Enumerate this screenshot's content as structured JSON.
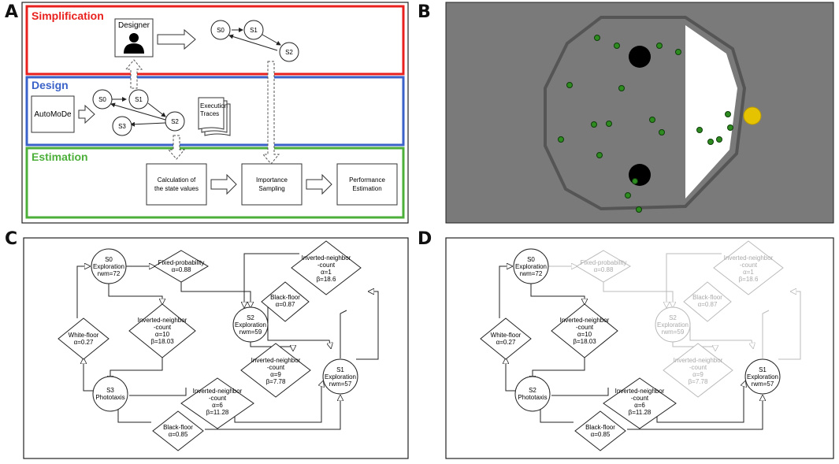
{
  "panels": {
    "a": "A",
    "b": "B",
    "c": "C",
    "d": "D"
  },
  "panel_a": {
    "simplification": "Simplification",
    "design": "Design",
    "estimation": "Estimation",
    "designer": "Designer",
    "automode": "AutoMoDe",
    "execution_traces_1": "Execution",
    "execution_traces_2": "Traces",
    "calc_1": "Calculation of",
    "calc_2": "the state values",
    "importance_1": "Importance",
    "importance_2": "Sampling",
    "performance_1": "Performance",
    "performance_2": "Estimation",
    "states": {
      "s0": "S0",
      "s1": "S1",
      "s2": "S2",
      "s3": "S3"
    }
  },
  "panel_c": {
    "s0": [
      "S0",
      "Exploration",
      "rwm=72"
    ],
    "s1": [
      "S1",
      "Exploration",
      "rwm=57"
    ],
    "s2": [
      "S2",
      "Exploration",
      "rwm=59"
    ],
    "s3": [
      "S3",
      "Phototaxis"
    ],
    "fixed_prob": [
      "Fixed-probability",
      "α=0.88"
    ],
    "white_floor": [
      "White-floor",
      "α=0.27"
    ],
    "inv_neighbor_a": [
      "Inverted-neighbor",
      "-count",
      "α=10",
      "β=18.03"
    ],
    "black_floor_top": [
      "Black-floor",
      "α=0.87"
    ],
    "inv_neighbor_top": [
      "Inverted-neighbor",
      "-count",
      "α=1",
      "β=18.6"
    ],
    "inv_neighbor_mid": [
      "Inverted-neighbor",
      "-count",
      "α=9",
      "β=7.78"
    ],
    "inv_neighbor_bot": [
      "Inverted-neighbor",
      "-count",
      "α=6",
      "β=11.28"
    ],
    "black_floor_bot": [
      "Black-floor",
      "α=0.85"
    ]
  },
  "panel_d": {
    "s2": [
      "S2",
      "Phototaxis"
    ]
  },
  "colors": {
    "simplification": "#e8211e",
    "design": "#3a62c8",
    "estimation": "#4caf3a",
    "arena_bg": "#7a7a7a",
    "robot": "#2e8b1f",
    "light": "#e6c300"
  }
}
